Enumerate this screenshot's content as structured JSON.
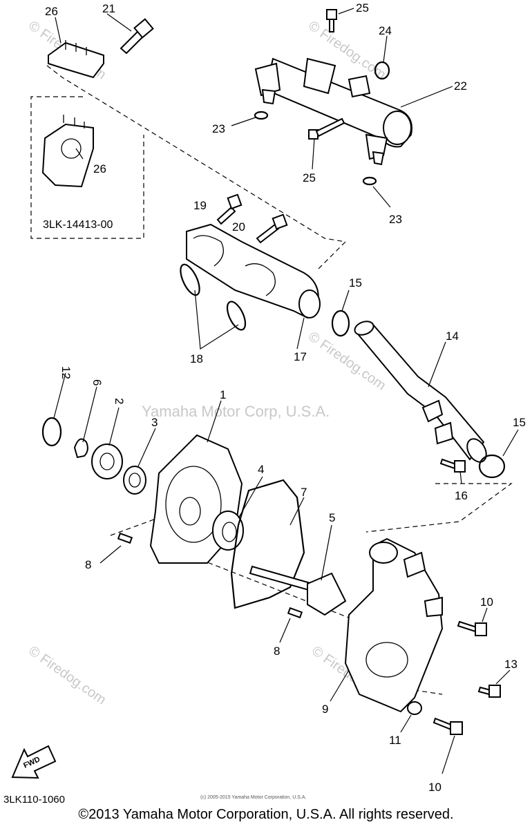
{
  "diagram": {
    "labels": [
      "26",
      "21",
      "25",
      "24",
      "22",
      "23",
      "26",
      "25",
      "23",
      "19",
      "20",
      "15",
      "14",
      "18",
      "17",
      "12",
      "6",
      "2",
      "1",
      "3",
      "15",
      "4",
      "7",
      "5",
      "16",
      "8",
      "10",
      "8",
      "13",
      "9",
      "11",
      "10"
    ],
    "inset_part_number": "3LK-14413-00",
    "fwd_arrow": "FWD",
    "watermark_center": "Yamaha Motor Corp, U.S.A.",
    "watermark_site": "© Firedog.com",
    "diagram_ref": "3LK110-1060",
    "tiny_copyright": "(c) 2005-2015 Yamaha Motor Corporation, U.S.A.",
    "copyright": "©2013 Yamaha Motor Corporation, U.S.A. All rights reserved."
  }
}
